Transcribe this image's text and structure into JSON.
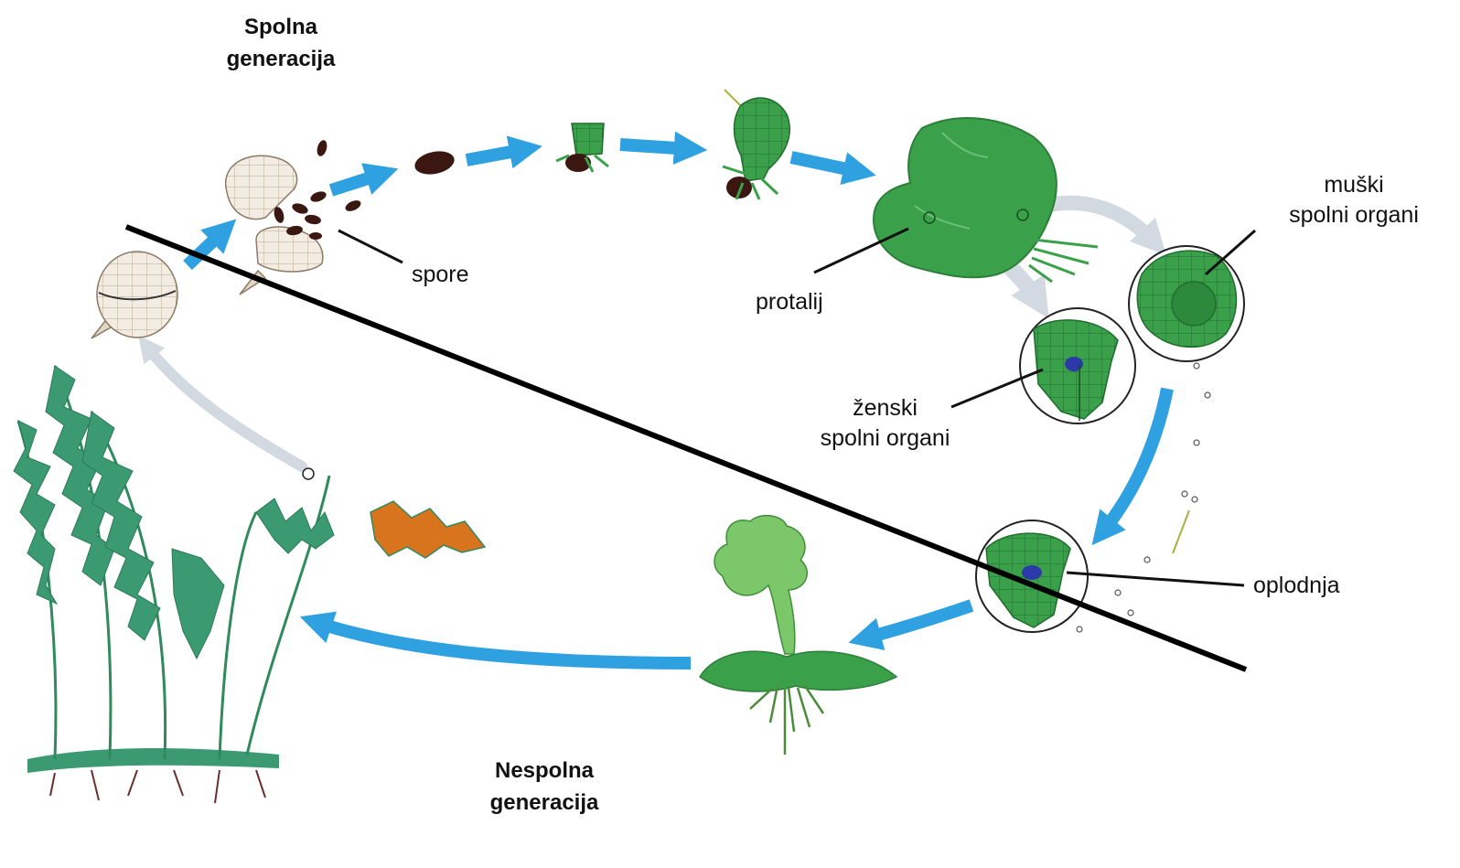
{
  "diagram": {
    "sexual_generation": [
      "Spolna",
      "generacija"
    ],
    "asexual_generation": [
      "Nespolna",
      "generacija"
    ],
    "labels": {
      "spores": "spore",
      "prothallus": "protalij",
      "male_organs": [
        "muški",
        "spolni organi"
      ],
      "female_organs": [
        "ženski",
        "spolni organi"
      ],
      "fertilization": "oplodnja"
    }
  },
  "colors": {
    "arrow_blue": "#2fa1e0",
    "arrow_grey": "#d3d9e1",
    "prothallus_green": "#3aa14a",
    "fern_green": "#3c9a72",
    "spore_brown": "#3b1712",
    "sporangium_cream": "#f3ece2",
    "sorus_orange": "#d8741e",
    "divider": "#000000"
  }
}
